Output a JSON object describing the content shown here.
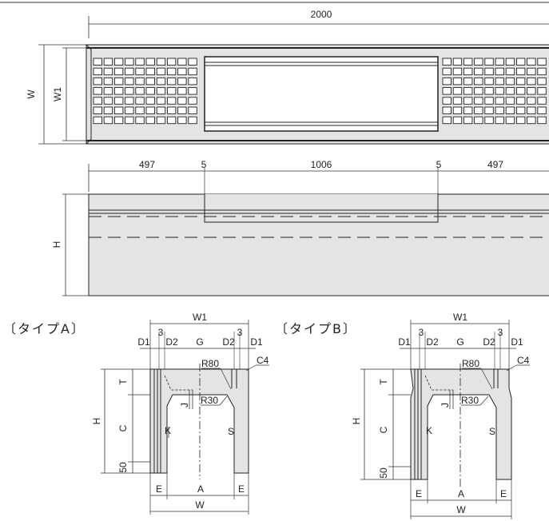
{
  "top_view": {
    "length_label": "2000",
    "width_outer_label": "W",
    "width_inner_label": "W1"
  },
  "side_view": {
    "segments": [
      "497",
      "5",
      "1006",
      "5",
      "497"
    ],
    "height_label": "H"
  },
  "type_a": {
    "title": "〔タイプA〕",
    "w1": "W1",
    "d1_left": "D1",
    "three_left": "3",
    "d2_left": "D2",
    "g": "G",
    "d2_right": "D2",
    "three_right": "3",
    "d1_right": "D1",
    "r80": "R80",
    "c4": "C4",
    "r30": "R30",
    "h": "H",
    "t": "T",
    "c": "C",
    "j": "J",
    "k": "K",
    "s": "S",
    "fifty": "50",
    "e_left": "E",
    "a": "A",
    "e_right": "E",
    "w": "W"
  },
  "type_b": {
    "title": "〔タイプB〕",
    "w1": "W1",
    "d1_left": "D1",
    "three_left": "3",
    "d2_left": "D2",
    "g": "G",
    "d2_right": "D2",
    "three_right": "3",
    "d1_right": "D1",
    "r80": "R80",
    "c4": "C4",
    "r30": "R30",
    "h": "H",
    "t": "T",
    "c": "C",
    "j": "J",
    "k": "K",
    "s": "S",
    "fifty": "50",
    "e_left": "E",
    "a": "A",
    "e_right": "E",
    "w": "W"
  }
}
